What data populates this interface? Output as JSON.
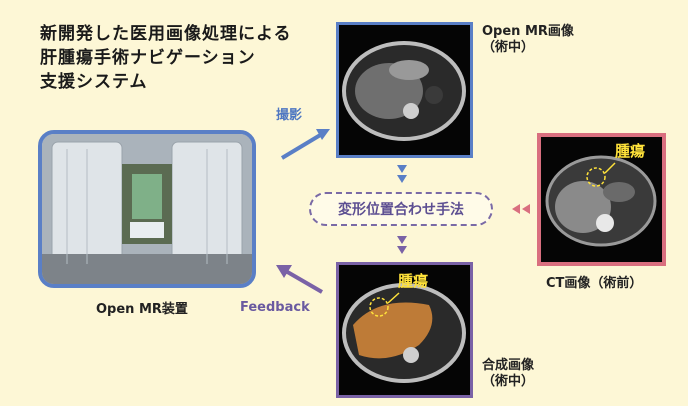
{
  "title_lines": [
    "新開発した医用画像処理による",
    "肝腫瘍手術ナビゲーション",
    "支援システム"
  ],
  "labels": {
    "mr_top": [
      "Open MR画像",
      "（術中）"
    ],
    "ct": "CT画像（術前）",
    "mr_bottom": [
      "合成画像",
      "（術中）"
    ],
    "device": "Open MR装置",
    "capture": "撮影",
    "feedback": "Feedback",
    "method": "変形位置合わせ手法",
    "tumor_ct": "腫瘍",
    "tumor_bottom": "腫瘍"
  },
  "colors": {
    "background": "#fdf7d6",
    "blue": "#5a7fc6",
    "purple": "#7a62a6",
    "pink": "#d96f7f",
    "tumor_text": "#ffe23a"
  }
}
